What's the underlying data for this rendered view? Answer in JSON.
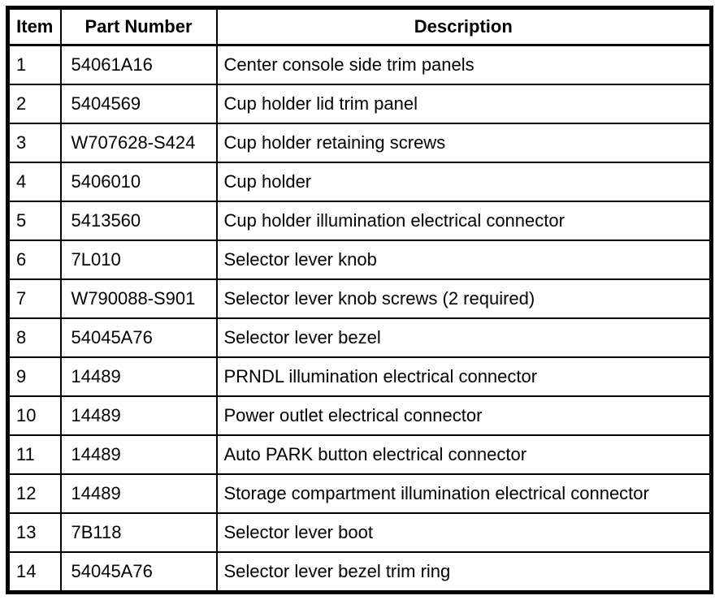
{
  "colors": {
    "background": "#ffffff",
    "border": "#000000",
    "text": "#000000"
  },
  "table": {
    "headers": {
      "item": "Item",
      "part_number": "Part Number",
      "description": "Description"
    },
    "rows": [
      {
        "item": "1",
        "part_number": "54061A16",
        "description": "Center console side trim panels"
      },
      {
        "item": "2",
        "part_number": "5404569",
        "description": "Cup holder lid trim panel"
      },
      {
        "item": "3",
        "part_number": "W707628-S424",
        "description": "Cup holder retaining screws"
      },
      {
        "item": "4",
        "part_number": "5406010",
        "description": "Cup holder"
      },
      {
        "item": "5",
        "part_number": "5413560",
        "description": "Cup holder illumination electrical connector"
      },
      {
        "item": "6",
        "part_number": "7L010",
        "description": "Selector lever knob"
      },
      {
        "item": "7",
        "part_number": "W790088-S901",
        "description": "Selector lever knob screws (2 required)"
      },
      {
        "item": "8",
        "part_number": "54045A76",
        "description": "Selector lever bezel"
      },
      {
        "item": "9",
        "part_number": "14489",
        "description": "PRNDL illumination electrical connector"
      },
      {
        "item": "10",
        "part_number": "14489",
        "description": "Power outlet electrical connector"
      },
      {
        "item": "11",
        "part_number": "14489",
        "description": "Auto PARK button electrical connector"
      },
      {
        "item": "12",
        "part_number": "14489",
        "description": "Storage compartment illumination electrical connector"
      },
      {
        "item": "13",
        "part_number": "7B118",
        "description": "Selector lever boot"
      },
      {
        "item": "14",
        "part_number": "54045A76",
        "description": "Selector lever bezel trim ring"
      }
    ]
  }
}
